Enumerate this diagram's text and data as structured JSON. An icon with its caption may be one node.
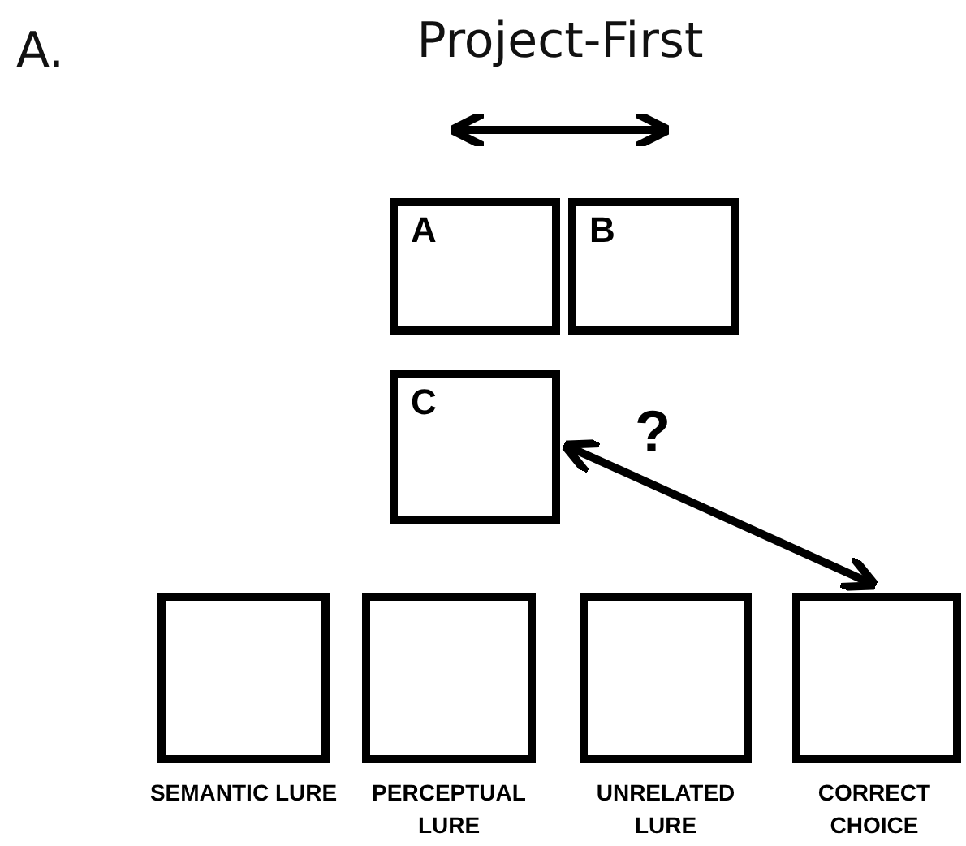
{
  "diagram": {
    "title": "Project-First",
    "nodes": [
      {
        "text": [
          "A"
        ]
      },
      {
        "text": [
          "B"
        ]
      },
      {
        "text": [
          "C"
        ]
      },
      {
        "text": [],
        "shape": "box",
        "beside": [
          "SEMANTIC LURE"
        ]
      },
      {
        "text": [],
        "shape": "box",
        "beside": [
          "PERCEPTUAL LURE"
        ]
      },
      {
        "text": [],
        "shape": "box",
        "beside": [
          "UNRELATED LURE"
        ]
      },
      {
        "text": [],
        "shape": "box",
        "beside": [
          "CORRECT CHOICE"
        ]
      }
    ],
    "edges": [
      {
        "from": 2,
        "to": 6,
        "arrow": "both",
        "label": "?"
      }
    ],
    "labels": [
      "A."
    ]
  }
}
